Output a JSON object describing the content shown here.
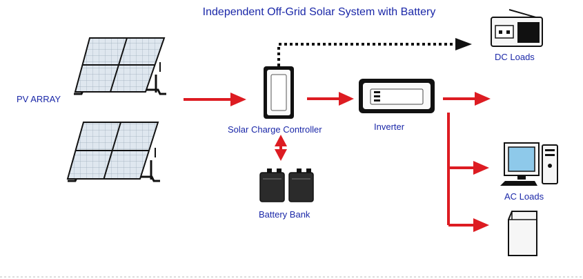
{
  "title": "Independent Off-Grid Solar System with Battery",
  "labels": {
    "pv_array": "PV ARRAY",
    "charge_controller": "Solar Charge Controller",
    "inverter": "Inverter",
    "battery_bank": "Battery Bank",
    "dc_loads": "DC Loads",
    "ac_loads": "AC Loads"
  },
  "colors": {
    "text": "#1a27a8",
    "arrow": "#dd1c22",
    "dc_line": "#111111",
    "outline": "#111111",
    "panel_cell": "#dfe7ef",
    "device_fill": "#f6f6f6",
    "footer_rule": "#bbbbbb"
  },
  "icons": {
    "pv_panels": "solar-panel-icon",
    "charge_controller": "charge-controller-icon",
    "inverter": "inverter-icon",
    "battery_bank": "battery-icon",
    "dc_load": "radio-icon",
    "ac_load_computer": "computer-icon",
    "ac_load_fridge": "refrigerator-icon"
  }
}
